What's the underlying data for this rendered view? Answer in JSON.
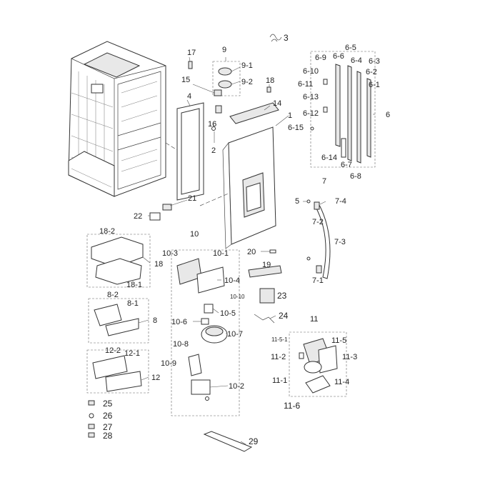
{
  "diagram": {
    "labels": {
      "l1": "1",
      "l2": "2",
      "l3": "3",
      "l4": "4",
      "l5": "5",
      "l6": "6",
      "l7": "7",
      "l8": "8",
      "l9": "9",
      "l10": "10",
      "l11": "11",
      "l12": "12",
      "l14": "14",
      "l15": "15",
      "l16": "16",
      "l17": "17",
      "l18": "18",
      "l19": "19",
      "l20": "20",
      "l21": "21",
      "l22": "22",
      "l23": "23",
      "l24": "24",
      "l25": "25",
      "l26": "26",
      "l27": "27",
      "l28": "28",
      "l29": "29",
      "l6_1": "6-1",
      "l6_2": "6-2",
      "l6_3": "6-3",
      "l6_4": "6-4",
      "l6_5": "6-5",
      "l6_6": "6-6",
      "l6_7": "6-7",
      "l6_8": "6-8",
      "l6_9": "6-9",
      "l6_10": "6-10",
      "l6_11": "6-11",
      "l6_12": "6-12",
      "l6_13": "6-13",
      "l6_14": "6-14",
      "l6_15": "6-15",
      "l7_1": "7-1",
      "l7_2": "7-2",
      "l7_3": "7-3",
      "l7_4": "7-4",
      "l8_1": "8-1",
      "l8_2": "8-2",
      "l9_1": "9-1",
      "l9_2": "9-2",
      "l10_1": "10-1",
      "l10_2": "10-2",
      "l10_3": "10-3",
      "l10_4": "10-4",
      "l10_5": "10-5",
      "l10_6": "10-6",
      "l10_7": "10-7",
      "l10_8": "10-8",
      "l10_9": "10-9",
      "l10_10": "10-10",
      "l11_1": "11-1",
      "l11_2": "11-2",
      "l11_3": "11-3",
      "l11_4": "11-4",
      "l11_5": "11-5",
      "l11_5_1": "11-5-1",
      "l11_6": "11-6",
      "l12_1": "12-1",
      "l12_2": "12-2",
      "l18_1": "18-1",
      "l18_2": "18-2"
    }
  }
}
